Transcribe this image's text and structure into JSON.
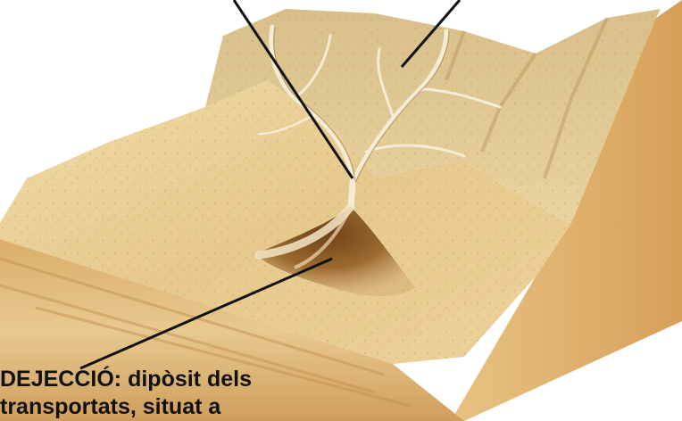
{
  "caption": {
    "line1": "DEJECCIÓ: dipòsit dels",
    "line2": "transportats, situat a"
  },
  "colors": {
    "sand_top": "#e9cf96",
    "sand_light": "#f2e0b4",
    "sand_dark": "#b98f4c",
    "cliff_face": "#e3bd79",
    "side_face": "#d9a35c",
    "channel": "#f3ead2",
    "fan_dark": "#8a5a24",
    "leader_line": "#111111"
  },
  "labels_shown": "cut off"
}
